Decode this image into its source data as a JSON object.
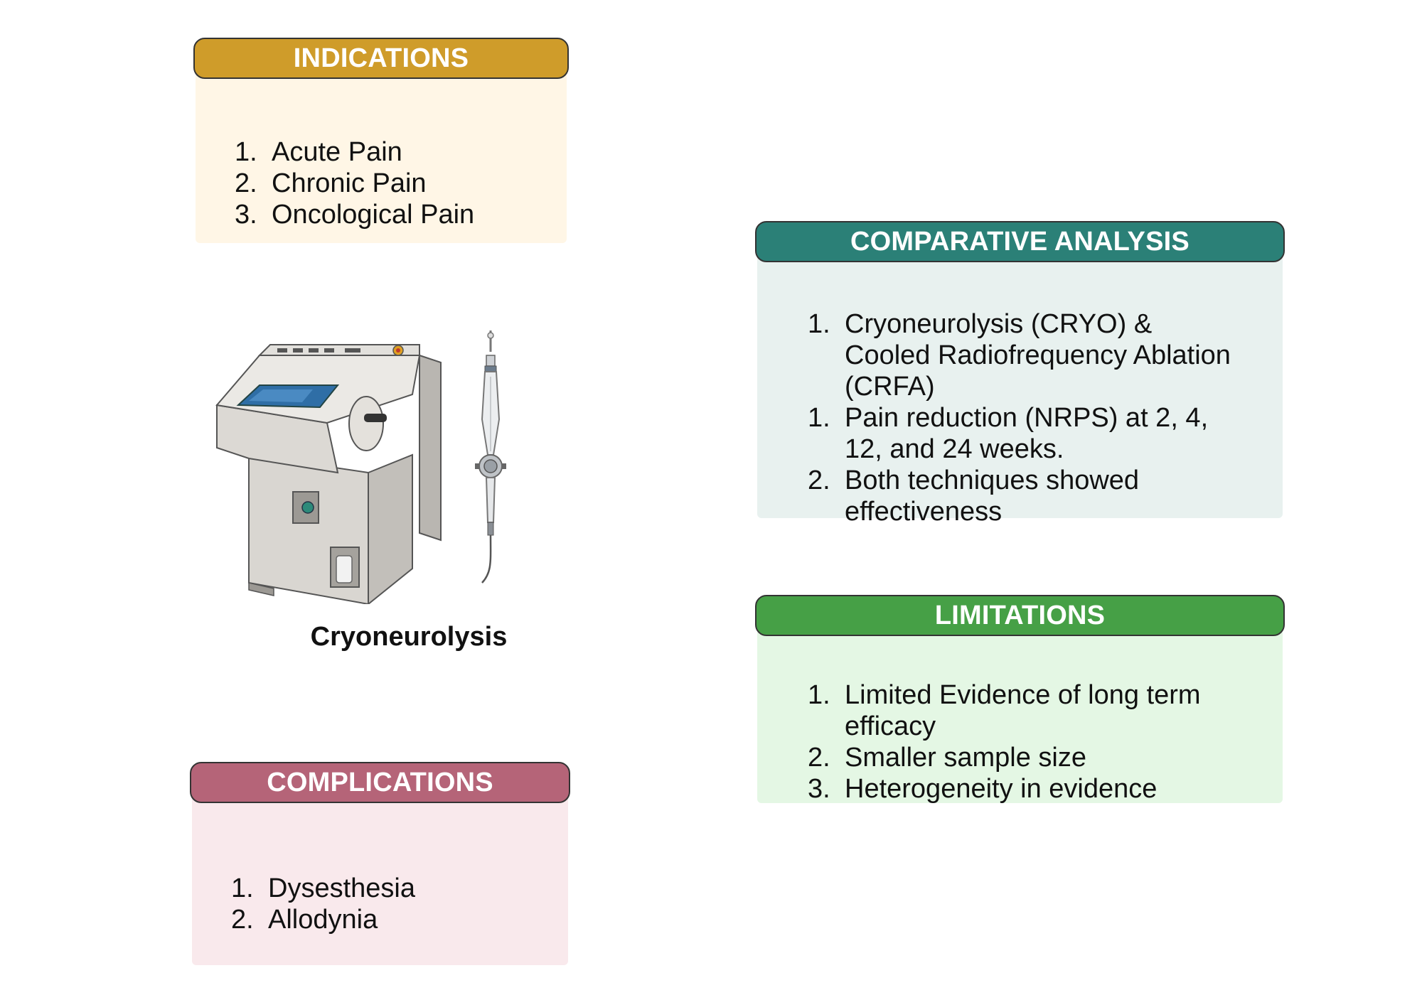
{
  "indications": {
    "title": "INDICATIONS",
    "items": [
      {
        "num": "1.",
        "text": "Acute Pain"
      },
      {
        "num": "2.",
        "text": "Chronic Pain"
      },
      {
        "num": "3.",
        "text": "Oncological Pain"
      }
    ]
  },
  "comparative_analysis": {
    "title": "COMPARATIVE ANALYSIS",
    "items": [
      {
        "num": "1.",
        "lines": [
          "Cryoneurolysis (CRYO) &",
          "Cooled Radiofrequency Ablation",
          "(CRFA)"
        ]
      },
      {
        "num": "1.",
        "lines": [
          "Pain reduction (NRPS) at 2, 4,",
          "12, and 24 weeks."
        ]
      },
      {
        "num": "2.",
        "lines": [
          "Both techniques showed",
          "effectiveness"
        ]
      }
    ]
  },
  "limitations": {
    "title": "LIMITATIONS",
    "items": [
      {
        "num": "1.",
        "lines": [
          "Limited Evidence of long term",
          "efficacy"
        ]
      },
      {
        "num": "2.",
        "lines": [
          "Smaller sample size"
        ]
      },
      {
        "num": "3.",
        "lines": [
          "Heterogeneity in evidence"
        ]
      }
    ]
  },
  "complications": {
    "title": "COMPLICATIONS",
    "items": [
      {
        "num": "1.",
        "text": "Dysesthesia"
      },
      {
        "num": "2.",
        "text": "Allodynia"
      }
    ]
  },
  "device": {
    "caption": "Cryoneurolysis",
    "machine_icon": "cryo-machine-icon",
    "probe_icon": "cryo-probe-icon"
  },
  "colors": {
    "indications": "#cf9c2a",
    "comparative": "#2b8077",
    "limitations": "#46a046",
    "complications": "#b56478"
  }
}
